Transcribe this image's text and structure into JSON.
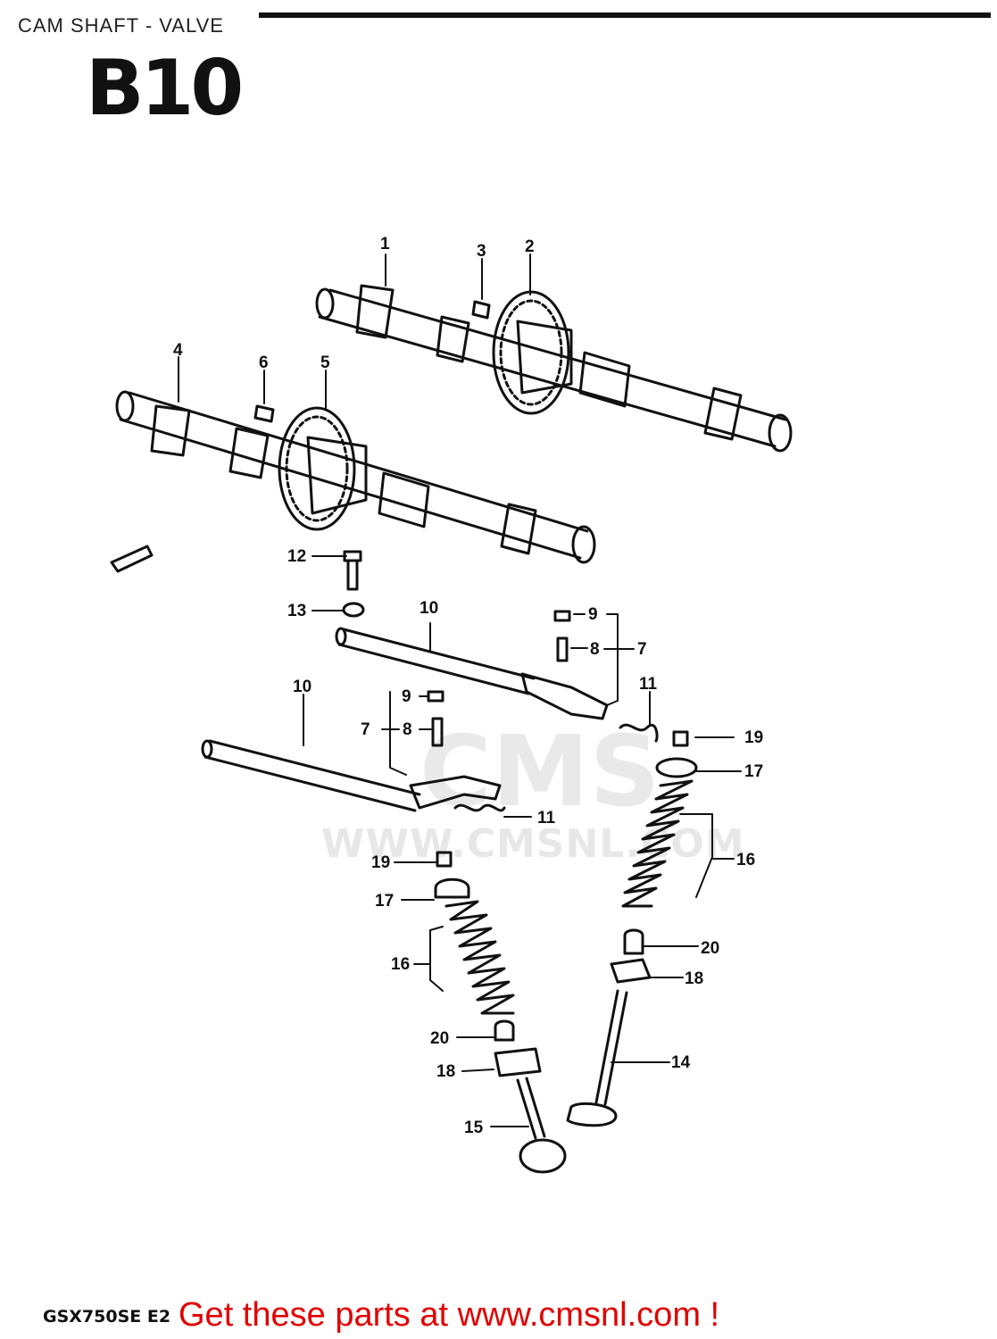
{
  "header": {
    "title": "CAM SHAFT - VALVE",
    "code": "B10"
  },
  "watermark": {
    "logo": "CMS",
    "url": "WWW.CMSNL.COM"
  },
  "footer": {
    "model": "GSX750SE E2",
    "cta": "Get these parts at www.cmsnl.com !"
  },
  "callouts": {
    "c1": "1",
    "c2": "2",
    "c3": "3",
    "c4": "4",
    "c5": "5",
    "c6": "6",
    "c7a": "7",
    "c7b": "7",
    "c8a": "8",
    "c8b": "8",
    "c9a": "9",
    "c9b": "9",
    "c10a": "10",
    "c10b": "10",
    "c11a": "11",
    "c11b": "11",
    "c12": "12",
    "c13": "13",
    "c14": "14",
    "c15": "15",
    "c16a": "16",
    "c16b": "16",
    "c17a": "17",
    "c17b": "17",
    "c18a": "18",
    "c18b": "18",
    "c19a": "19",
    "c19b": "19",
    "c20a": "20",
    "c20b": "20"
  },
  "colors": {
    "ink": "#111111",
    "cta": "#e00000",
    "watermark": "#b0b0b0"
  }
}
